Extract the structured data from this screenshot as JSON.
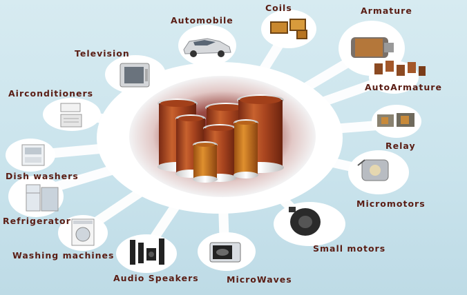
{
  "center": {
    "subject": "enamelled copper wire spools"
  },
  "applications": {
    "automobile": "Automobile",
    "coils": "Coils",
    "armature": "Armature",
    "autoarmature": "AutoArmature",
    "relay": "Relay",
    "micromotors": "Micromotors",
    "small_motors": "Small motors",
    "microwaves": "MicroWaves",
    "audio_speakers": "Audio Speakers",
    "washing_machines": "Washing machines",
    "refrigerator": "Refrigerator",
    "dish_washers": "Dish washers",
    "airconditioners": "Airconditioners",
    "television": "Television"
  },
  "colors": {
    "label": "#5a1d14",
    "background": "#cfe6ee",
    "hub": "#ffffff",
    "glow": "#7a2a24",
    "copper": "#b4542b"
  }
}
